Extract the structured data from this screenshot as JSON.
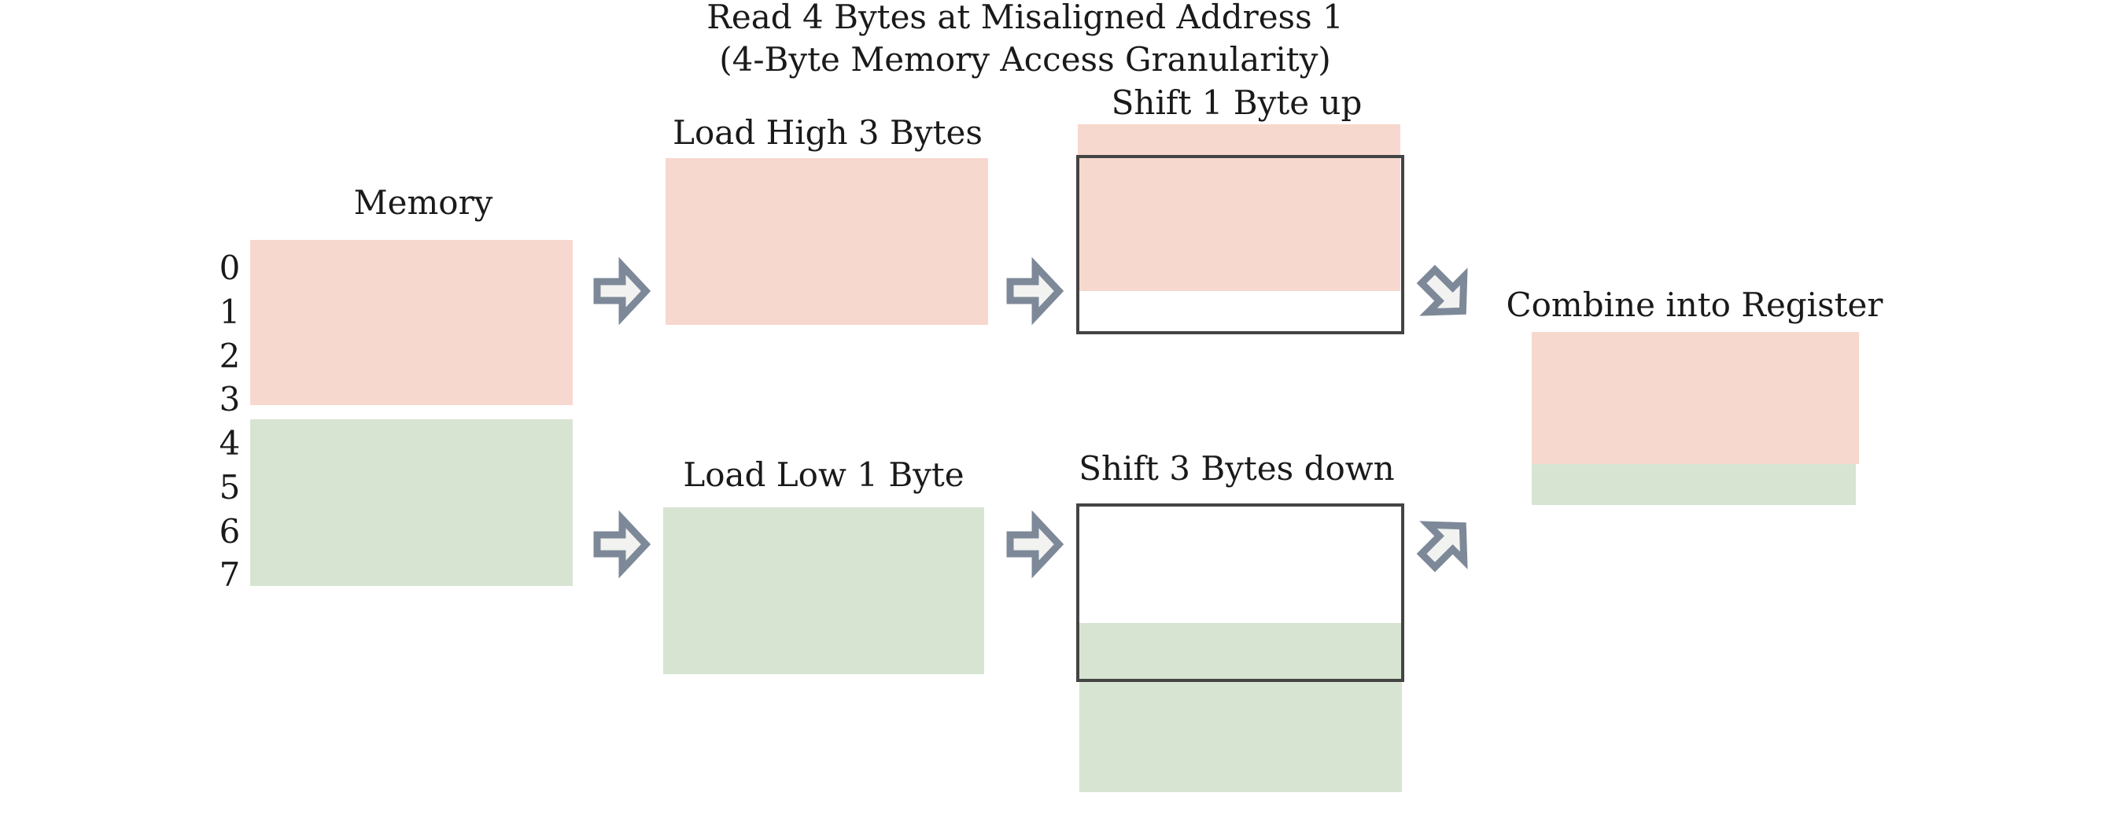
{
  "title": {
    "line1": "Read 4 Bytes at Misaligned Address 1",
    "line2": "(4-Byte Memory Access Granularity)"
  },
  "labels": {
    "memory": "Memory",
    "load_high": "Load High 3 Bytes",
    "load_low": "Load Low 1 Byte",
    "shift_up": "Shift 1 Byte up",
    "shift_down": "Shift 3 Bytes down",
    "combine": "Combine into Register"
  },
  "addresses": [
    "0",
    "1",
    "2",
    "3",
    "4",
    "5",
    "6",
    "7"
  ],
  "colors": {
    "high_word": "#f7d8ce",
    "low_word": "#d8e4d2",
    "register_border": "#444444",
    "arrow_stroke": "#7d8898",
    "arrow_fill": "#f2f3f1"
  }
}
